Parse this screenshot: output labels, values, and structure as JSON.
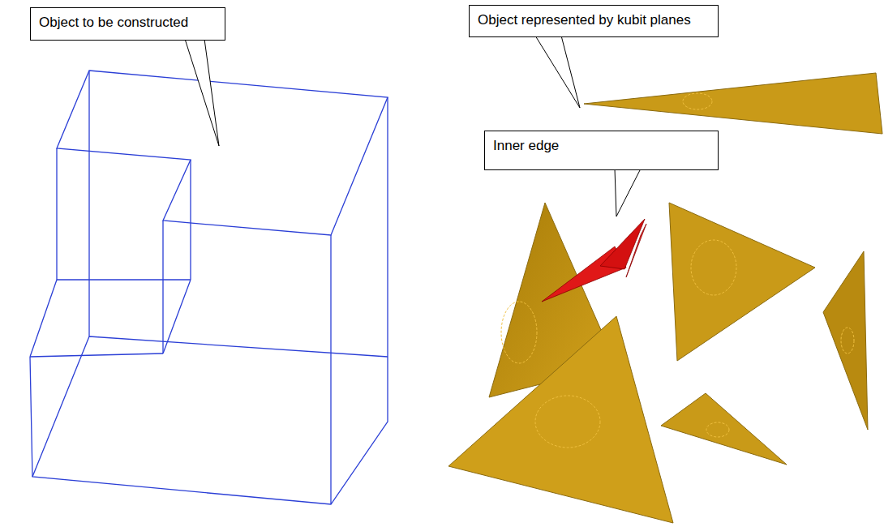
{
  "diagram": {
    "nodes": [
      {
        "text": [
          "Object to be constructed"
        ]
      },
      {
        "text": [
          "Object represented by kubit planes"
        ]
      },
      {
        "text": [
          "Inner edge"
        ]
      }
    ]
  }
}
